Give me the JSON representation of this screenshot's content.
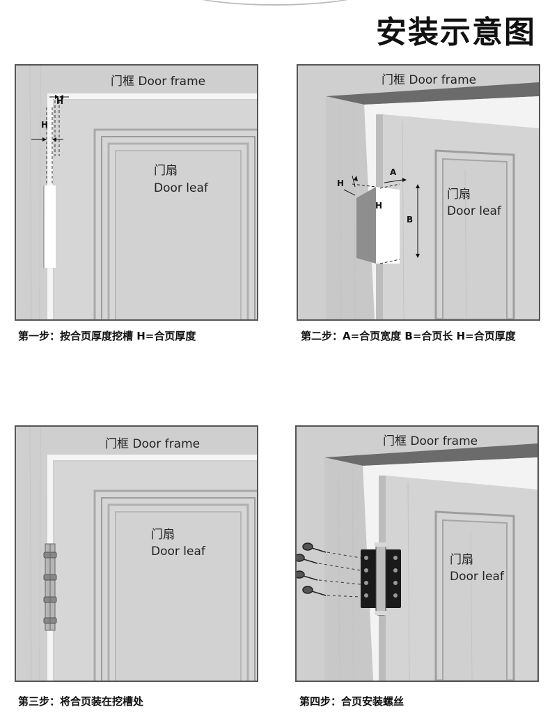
{
  "page_title": "安装示意图",
  "labels": {
    "door_frame": "门框 Door frame",
    "leaf_cn": "门扇",
    "leaf_en": "Door leaf"
  },
  "dims": {
    "h": "H",
    "a": "A",
    "b": "B"
  },
  "captions": {
    "step1": "第一步：按合页厚度挖槽 H=合页厚度",
    "step2": "第二步：A=合页宽度 B=合页长 H=合页厚度",
    "step3": "第三步：将合页装在挖槽处",
    "step4": "第四步：合页安装螺丝"
  },
  "colors": {
    "panel_bg": "#cfcfcf",
    "wood": "#d9d9d9",
    "frame_dark": "#6b6b6b",
    "hinge_black": "#1a1a1a"
  }
}
